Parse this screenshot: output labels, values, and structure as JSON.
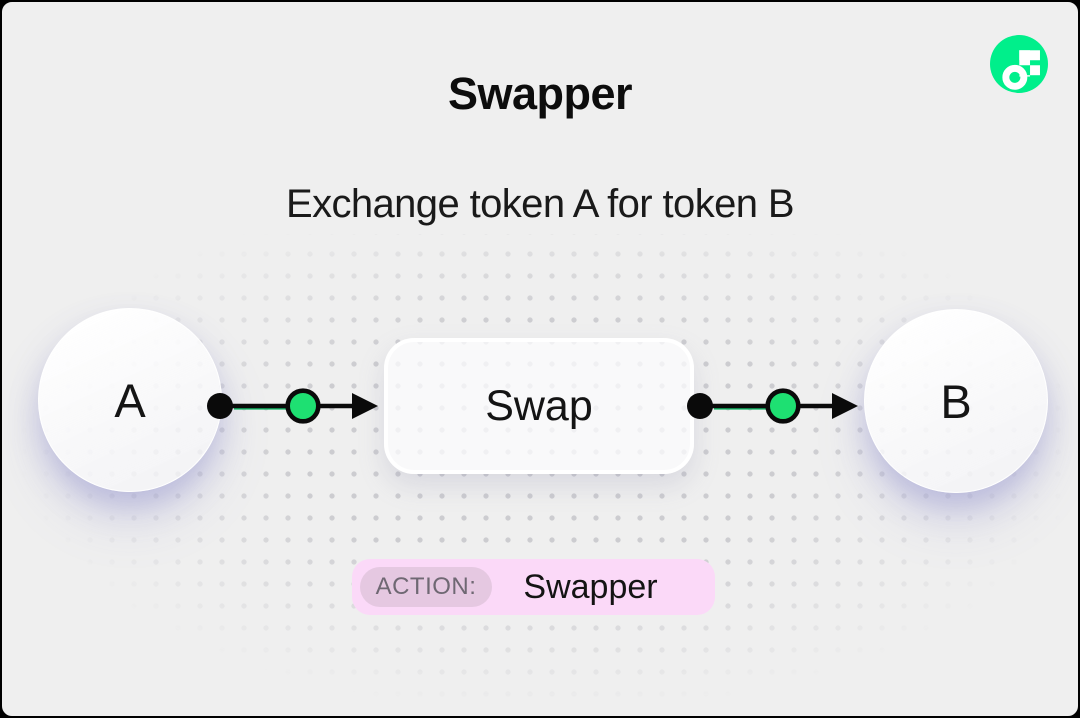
{
  "header": {
    "title": "Swapper",
    "subtitle": "Exchange token A for token B"
  },
  "logo": {
    "name": "Flow",
    "color": "#00EF8B"
  },
  "diagram": {
    "nodes": {
      "source": {
        "label": "A"
      },
      "process": {
        "label": "Swap"
      },
      "target": {
        "label": "B"
      }
    },
    "connector": {
      "token_circle_color": "#1EE072",
      "line_color": "#0A0A0A"
    }
  },
  "action_badge": {
    "prefix": "ACTION:",
    "value": "Swapper",
    "bg_color": "#FBD9F8",
    "pill_color": "#E5C8E1"
  },
  "colors": {
    "background": "#EFEFEF",
    "dot_grid": "#C9C9CD",
    "text": "#141414"
  }
}
